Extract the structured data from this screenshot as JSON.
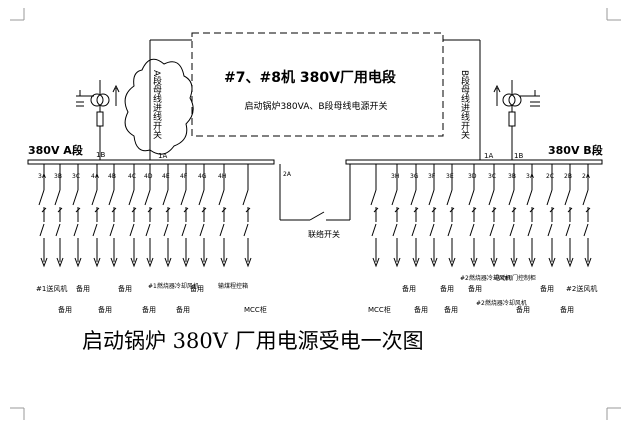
{
  "dashed_box": {
    "title": "#7、#8机 380V厂用电段",
    "subtitle": "启动锅炉380VA、B段母线电源开关"
  },
  "left_feed": {
    "label": "A段母线进线开关",
    "tags": [
      "1B",
      "1A"
    ]
  },
  "right_feed": {
    "label": "B段母线进线开关",
    "tags": [
      "1A",
      "1B"
    ]
  },
  "bus_a": {
    "label": "380V A段"
  },
  "bus_b": {
    "label": "380V B段"
  },
  "bus_tie": {
    "label": "联络开关",
    "tag": "2A"
  },
  "left_breakers": [
    "3A",
    "3B",
    "3C",
    "4A",
    "4B",
    "4C",
    "4D",
    "4E",
    "4F",
    "4G",
    "4H",
    "",
    "2A"
  ],
  "right_breakers": [
    "",
    "3H",
    "3G",
    "3F",
    "3E",
    "3D",
    "3C",
    "3B",
    "3A",
    "2C",
    "2B",
    "2A"
  ],
  "left_loads_row1": [
    "#1送风机",
    "备用",
    "备用",
    "#1燃烧器冷却风机",
    "备用",
    "输煤程控箱"
  ],
  "left_loads_row2": [
    "备用",
    "备用",
    "备用",
    "备用",
    "MCC柜"
  ],
  "right_loads_row1": [
    "备用",
    "备用",
    "备用",
    "#2燃烧器冷却风机",
    "电动阀门控制柜",
    "备用",
    "#2送风机"
  ],
  "right_loads_row2": [
    "MCC柜",
    "备用",
    "备用",
    "#2燃烧器冷却风机",
    "备用",
    "备用"
  ],
  "main_title": "启动锅炉 380V 厂用电源受电一次图"
}
